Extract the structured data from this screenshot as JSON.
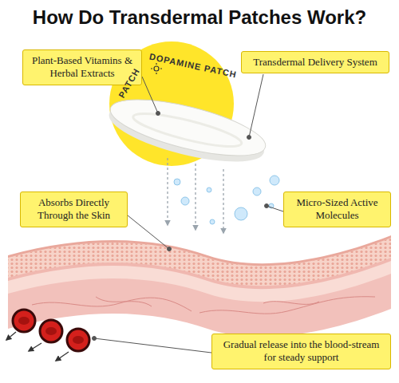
{
  "diagram": {
    "title": "How Do Transdermal Patches Work?",
    "nodes": [
      {
        "text": [
          "Plant-Based Vitamins & Herbal Extracts"
        ]
      },
      {
        "text": [
          "Transdermal Delivery System"
        ]
      },
      {
        "text": [
          "Absorbs Directly Through the Skin"
        ]
      },
      {
        "text": [
          "Micro-Sized Active Molecules"
        ]
      },
      {
        "text": [
          "Gradual release into the blood-stream for steady support"
        ]
      }
    ],
    "labels": [
      "DOPAMINE PATCH",
      "PATCH"
    ]
  }
}
